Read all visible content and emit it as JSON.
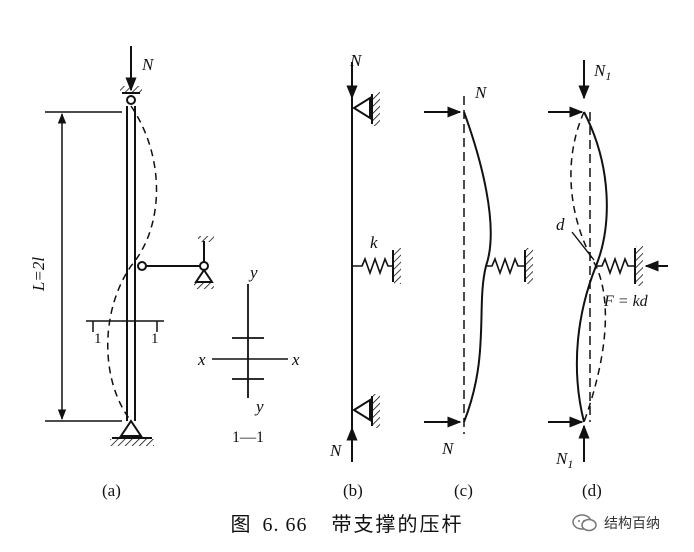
{
  "labels": {
    "N": "N",
    "N1": "N",
    "N1_sub": "1",
    "k": "k",
    "d": "d",
    "F": "F = kd",
    "L": "L=2l",
    "sec1": "1",
    "x": "x",
    "y": "y",
    "section": "1—1"
  },
  "panels": [
    "(a)",
    "(b)",
    "(c)",
    "(d)"
  ],
  "caption": {
    "prefix": "图",
    "number": "6. 66",
    "title": "带支撑的压杆"
  },
  "watermark": "结构百纳"
}
